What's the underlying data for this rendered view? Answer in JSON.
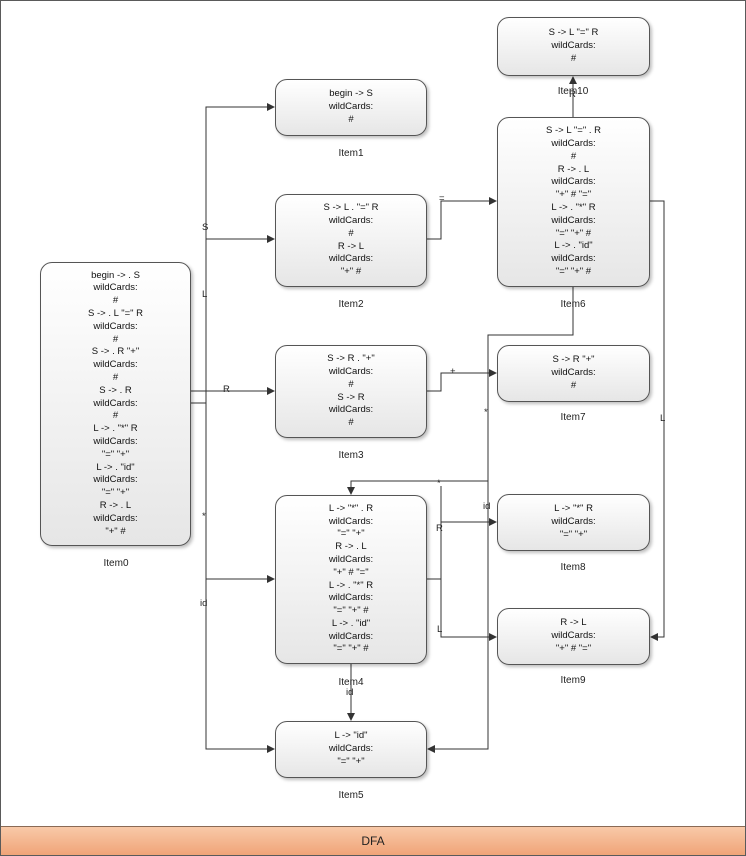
{
  "title": "DFA",
  "nodes": {
    "item0": {
      "caption": "Item0",
      "lines": [
        "begin -> . S",
        "wildCards:",
        "#",
        "S -> . L \"=\" R",
        "wildCards:",
        "#",
        "S -> . R \"+\"",
        "wildCards:",
        "#",
        "S -> . R",
        "wildCards:",
        "#",
        "L -> . \"*\" R",
        "wildCards:",
        "\"=\" \"+\"",
        "L -> . \"id\"",
        "wildCards:",
        "\"=\" \"+\"",
        "R -> . L",
        "wildCards:",
        "\"+\" #"
      ]
    },
    "item1": {
      "caption": "Item1",
      "lines": [
        "begin -> S",
        "wildCards:",
        "#"
      ]
    },
    "item2": {
      "caption": "Item2",
      "lines": [
        "S -> L . \"=\" R",
        "wildCards:",
        "#",
        "R -> L",
        "wildCards:",
        "\"+\" #"
      ]
    },
    "item3": {
      "caption": "Item3",
      "lines": [
        "S -> R . \"+\"",
        "wildCards:",
        "#",
        "S -> R",
        "wildCards:",
        "#"
      ]
    },
    "item4": {
      "caption": "Item4",
      "lines": [
        "L -> \"*\" . R",
        "wildCards:",
        "\"=\" \"+\"",
        "R -> . L",
        "wildCards:",
        "\"+\" # \"=\"",
        "L -> . \"*\" R",
        "wildCards:",
        "\"=\" \"+\" #",
        "L -> . \"id\"",
        "wildCards:",
        "\"=\" \"+\" #"
      ]
    },
    "item5": {
      "caption": "Item5",
      "lines": [
        "L -> \"id\"",
        "wildCards:",
        "\"=\" \"+\""
      ]
    },
    "item6": {
      "caption": "Item6",
      "lines": [
        "S -> L \"=\" . R",
        "wildCards:",
        "#",
        "R -> . L",
        "wildCards:",
        "\"+\" # \"=\"",
        "L -> . \"*\" R",
        "wildCards:",
        "\"=\" \"+\" #",
        "L -> . \"id\"",
        "wildCards:",
        "\"=\" \"+\" #"
      ]
    },
    "item7": {
      "caption": "Item7",
      "lines": [
        "S -> R \"+\"",
        "wildCards:",
        "#"
      ]
    },
    "item8": {
      "caption": "Item8",
      "lines": [
        "L -> \"*\" R",
        "wildCards:",
        "\"=\" \"+\""
      ]
    },
    "item9": {
      "caption": "Item9",
      "lines": [
        "R -> L",
        "wildCards:",
        "\"+\" # \"=\""
      ]
    },
    "item10": {
      "caption": "Item10",
      "lines": [
        "S -> L \"=\" R",
        "wildCards:",
        "#"
      ]
    }
  },
  "edge_labels": {
    "s": "S",
    "l": "L",
    "r": "R",
    "star": "*",
    "id": "id",
    "eq": "=",
    "plus": "+",
    "r6": "R",
    "l6": "L",
    "star6": "*",
    "id6": "id",
    "r4": "R",
    "l4": "L",
    "star4": "*",
    "id4": "id"
  }
}
